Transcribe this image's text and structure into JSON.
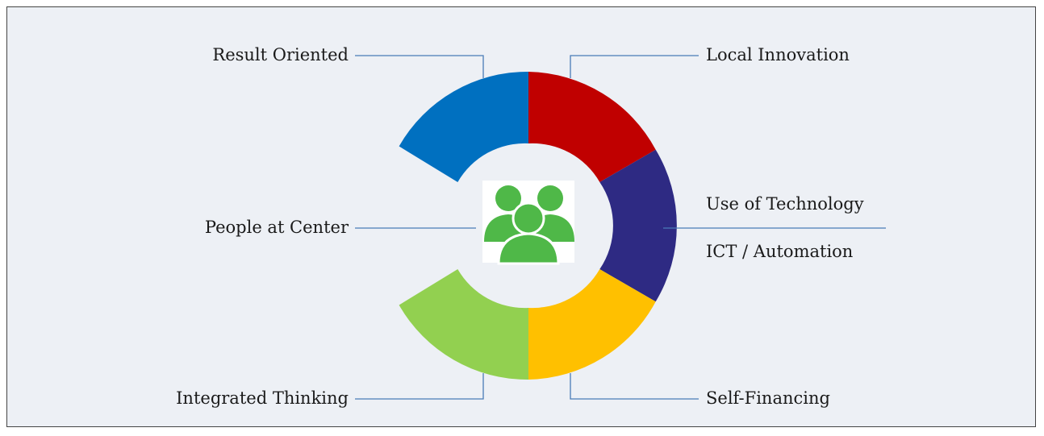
{
  "diagram": {
    "center_icon": "people-group-icon",
    "colors": {
      "result_oriented": "#0070c0",
      "local_innovation": "#c00000",
      "use_of_technology": "#2e2a83",
      "self_financing": "#ffc000",
      "integrated_thinking": "#92d050",
      "leader_line": "#4a7bb7",
      "people_icon": "#4fb848"
    },
    "labels": {
      "result_oriented": "Result Oriented",
      "local_innovation": "Local Innovation",
      "use_of_technology": "Use of Technology",
      "ict_automation": "ICT / Automation",
      "people_at_center": "People at Center",
      "integrated_thinking": "Integrated Thinking",
      "self_financing": "Self-Financing"
    }
  }
}
